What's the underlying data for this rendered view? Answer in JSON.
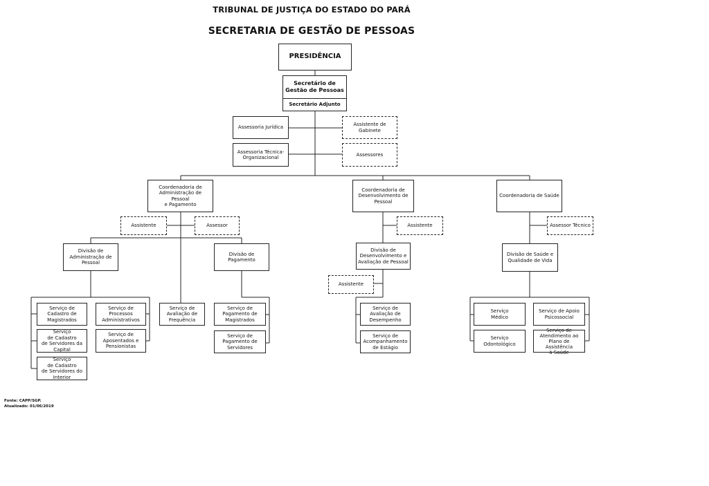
{
  "header": {
    "line1": "TRIBUNAL DE JUSTIÇA DO ESTADO DO PARÁ",
    "line2": "SECRETARIA DE GESTÃO DE PESSOAS"
  },
  "chart": {
    "presidencia": "PRESIDÊNCIA",
    "secretario": "Secretário de\nGestão de Pessoas",
    "secretario_adjunto": "Secretário Adjunto",
    "assessoria_juridica": "Assessoria Jurídica",
    "assessoria_tecnica": "Assessoria Técnica-\nOrganizacional",
    "assistente_gabinete": "Assistente de\nGabinete",
    "assessores": "Assessores",
    "coord_admin": "Coordenadoria de\nAdministração de Pessoal\ne Pagamento",
    "coord_desenv": "Coordenadoria de\nDesenvolvimento de\nPessoal",
    "coord_saude": "Coordenadoria de Saúde",
    "assistente_admin": "Assistente",
    "assessor_admin": "Assessor",
    "assistente_desenv": "Assistente",
    "assessor_tecnico": "Assessor Técnico",
    "div_admin": "Divisão de\nAdministração de\nPessoal",
    "div_pagamento": "Divisão de\nPagamento",
    "div_desenv": "Divisão de\nDesenvolvimento e\nAvaliação de Pessoal",
    "assistente_div_desenv": "Assistente",
    "div_saude": "Divisão de Saúde e\nQualidade de Vida",
    "serv_cad_magistrados": "Serviço de\nCadastro de\nMagistrados",
    "serv_cad_capital": "Serviço\nde Cadastro\nde Servidores da\nCapital",
    "serv_cad_interior": "Serviço\nde Cadastro\nde Servidores do\nInterior",
    "serv_processos": "Serviço de\nProcessos\nAdministrativos",
    "serv_aposentados": "Serviço de\nAposentados e\nPensionistas",
    "serv_frequencia": "Serviço de\nAvaliação de\nFrequência",
    "serv_pag_magistrados": "Serviço de\nPagamento de\nMagistrados",
    "serv_pag_servidores": "Serviço de\nPagamento de\nServidores",
    "serv_aval_desempenho": "Serviço de\nAvaliação de\nDesempenho",
    "serv_acomp_estagio": "Serviço de\nAcompanhamento\nde Estágio",
    "serv_medico": "Serviço\nMédico",
    "serv_odonto": "Serviço\nOdontológico",
    "serv_apoio_psico": "Serviço de Apoio\nPsicossocial",
    "serv_atendimento_plano": "Serviço de\nAtendimento ao\nPlano de Assistência\nà Saúde"
  },
  "footer": {
    "fonte": "Fonte: CAPP/SGP.",
    "atualizado": "Atualizado: 01/06/2019"
  }
}
